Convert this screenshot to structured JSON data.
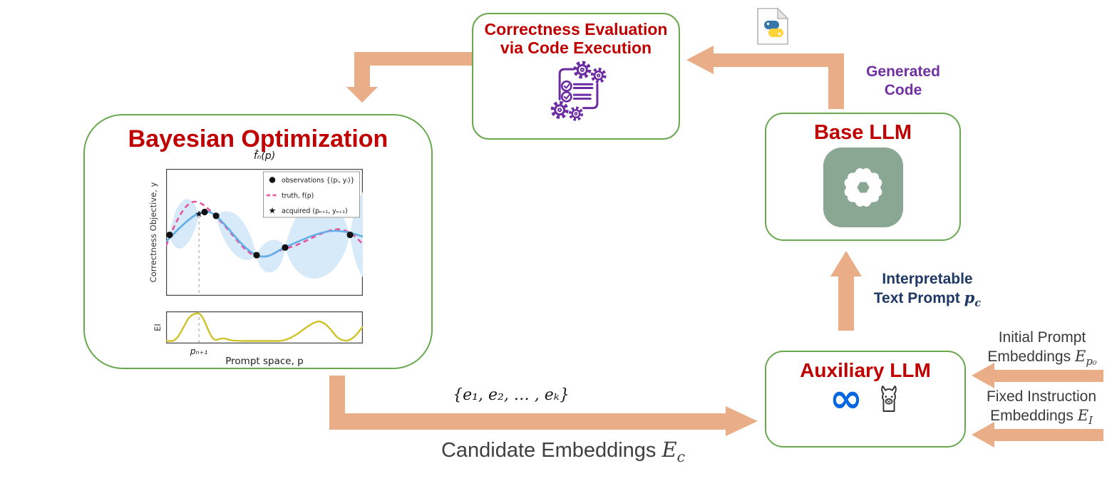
{
  "boxes": {
    "bayesian": {
      "title": "Bayesian Optimization"
    },
    "correctness": {
      "title_line1": "Correctness Evaluation",
      "title_line2": "via Code Execution"
    },
    "base_llm": {
      "title": "Base LLM"
    },
    "auxiliary_llm": {
      "title": "Auxiliary LLM"
    }
  },
  "arrow_labels": {
    "generated_code": {
      "line1": "Generated",
      "line2": "Code"
    },
    "interpretable": {
      "line1": "Interpretable",
      "line2": "Text Prompt",
      "math": "p",
      "sub": "c"
    },
    "candidate": {
      "set": "{e₁, e₂, … , eₖ}",
      "label": "Candidate Embeddings",
      "math": "E",
      "sub": "c"
    },
    "initial_prompt": {
      "line1": "Initial Prompt",
      "line2": "Embeddings",
      "math": "E",
      "sub": "p₀"
    },
    "fixed_instruction": {
      "line1": "Fixed Instruction",
      "line2": "Embeddings",
      "math": "E",
      "sub": "I"
    }
  },
  "icons": {
    "python_file": "python-file-icon",
    "checklist_gears": "checklist-gears-icon",
    "openai": "openai-logo",
    "meta": "∞",
    "llama": "llama-icon"
  },
  "colors": {
    "box_border_green": "#69a84f",
    "title_dark_red": "#c00000",
    "arrow_tan": "#e9ae87",
    "generated_code_purple": "#7030a0",
    "interpretable_navy": "#1f3864",
    "label_gray": "#3a3a3a",
    "meta_blue": "#0866e0",
    "openai_sage": "#8aa793",
    "icon_purple": "#6a2ba3"
  },
  "chart_data": {
    "type": "line",
    "title": "f̂ₙ(p)",
    "ylabel": "Correctness Objective, y",
    "xlabel": "Prompt space, p",
    "panel2_ylabel": "EI",
    "x_annotation": "pₙ₊₁",
    "legend_position": "upper right",
    "legend": [
      "observations {(pᵢ, yᵢ)}",
      "truth, f(p)",
      "acquired (pₙ₊₁, yₙ₊₁)"
    ],
    "axis_ticks": "none",
    "observations_xy": [
      [
        0.018,
        0.52
      ],
      [
        0.196,
        0.34
      ],
      [
        0.254,
        0.37
      ],
      [
        0.46,
        0.68
      ],
      [
        0.605,
        0.62
      ],
      [
        0.935,
        0.52
      ]
    ],
    "acquired_xy": [
      0.167,
      0.355
    ],
    "series": [
      {
        "name": "posterior mean",
        "color": "#64aee8",
        "style": "solid"
      },
      {
        "name": "confidence band",
        "color": "#d6eaf9",
        "style": "fill"
      },
      {
        "name": "truth f(p)",
        "color": "#e8559b",
        "style": "dashed"
      },
      {
        "name": "expected improvement",
        "color": "#cfc32a",
        "style": "solid"
      }
    ]
  }
}
